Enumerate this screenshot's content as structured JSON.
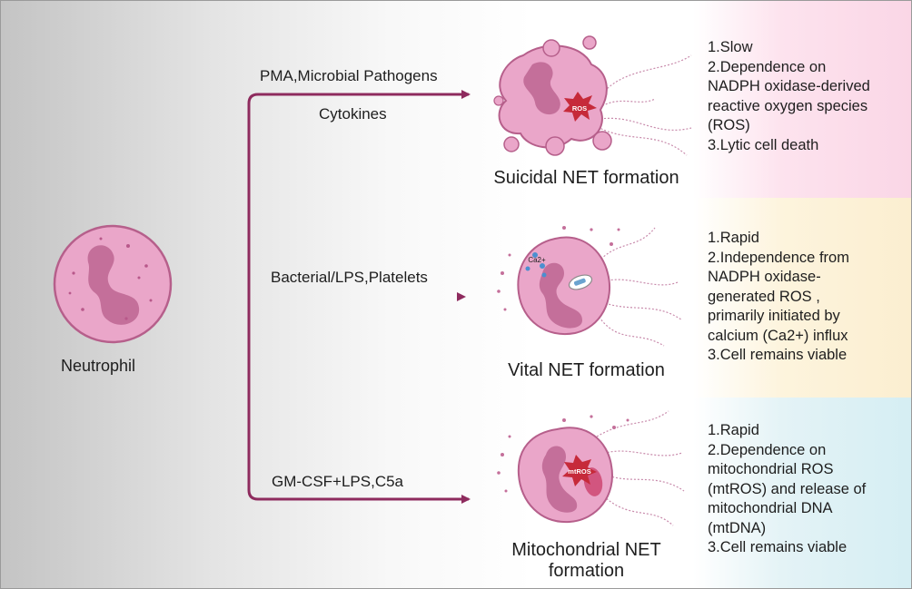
{
  "source_cell": {
    "label": "Neutrophil"
  },
  "pathways": [
    {
      "stimuli": [
        "PMA,Microbial Pathogens",
        "Cytokines"
      ],
      "title": "Suicidal NET formation",
      "marker": "ROS",
      "features": [
        "1.Slow",
        "2.Dependence on",
        "NADPH oxidase-derived",
        "reactive oxygen species",
        "(ROS)",
        "3.Lytic cell death"
      ]
    },
    {
      "stimuli": [
        "Bacterial/LPS,Platelets"
      ],
      "title": "Vital NET formation",
      "marker": "Ca2+",
      "features": [
        "1.Rapid",
        "2.Independence from",
        "NADPH oxidase-",
        "generated ROS ,",
        "primarily initiated by",
        "calcium (Ca2+) influx",
        "3.Cell remains viable"
      ]
    },
    {
      "stimuli": [
        "GM-CSF+LPS,C5a"
      ],
      "title": [
        "Mitochondrial NET",
        "formation"
      ],
      "marker": "mtROS",
      "features": [
        "1.Rapid",
        "2.Dependence on",
        "mitochondrial ROS",
        "(mtROS) and release of",
        "mitochondrial DNA",
        "(mtDNA)",
        "3.Cell remains viable"
      ]
    }
  ],
  "colors": {
    "arrow": "#8e2b5e",
    "cell_fill": "#eaa6c9",
    "nucleus": "#c46f9a",
    "ros_burst": "#c62a3a",
    "note_pink": "#fad6e6",
    "note_yellow": "#fbeed0",
    "note_blue": "#d5eef3"
  }
}
